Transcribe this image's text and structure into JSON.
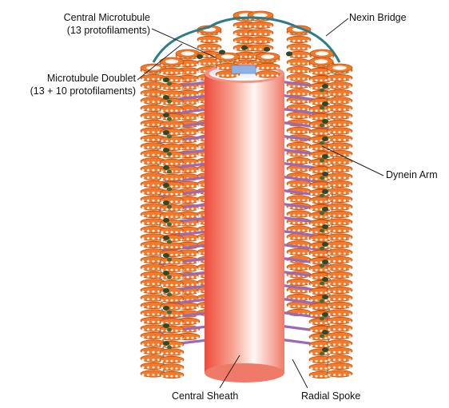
{
  "labels": {
    "central_microtubule": [
      "Central Microtubule",
      "(13 protofilaments)"
    ],
    "microtubule_doublet": [
      "Microtubule Doublet",
      "(13 + 10 protofilaments)"
    ],
    "nexin_bridge": "Nexin Bridge",
    "dynein_arm": "Dynein Arm",
    "central_sheath": "Central Sheath",
    "radial_spoke": "Radial Spoke"
  },
  "colors": {
    "bead_fill": "#f47a2a",
    "bead_highlight": "#ffffff",
    "bead_stroke": "#c4500c",
    "sheath_dark": "#ef4c3c",
    "sheath_light": "#fff6f2",
    "spoke": "#9a6ab6",
    "dynein": "#2b4a2b",
    "nexin": "#2d7c86",
    "leader": "#222222"
  }
}
